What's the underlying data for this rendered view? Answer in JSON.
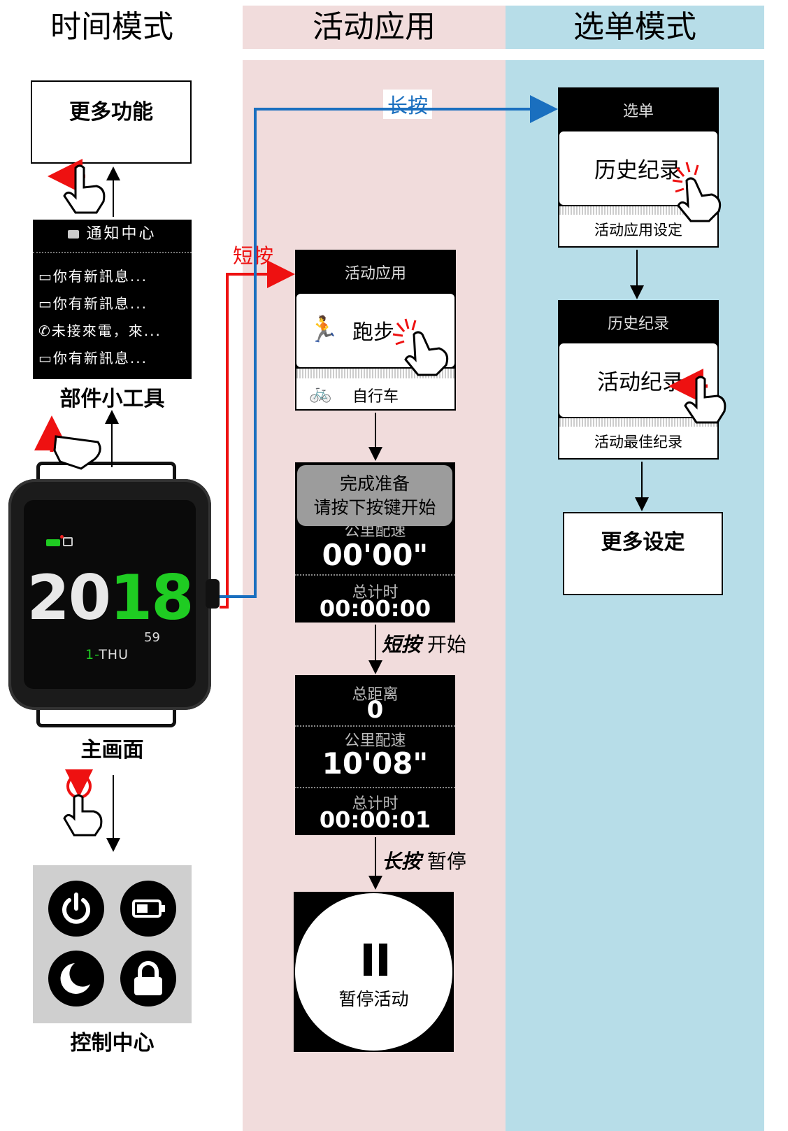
{
  "columns": {
    "time_mode": "时间模式",
    "activity_app": "活动应用",
    "menu_mode": "选单模式"
  },
  "colors": {
    "pink_band": "#f1dcdc",
    "blue_band": "#b7dde8",
    "short_press_arrow": "#ee1111",
    "long_press_arrow": "#1a6fbf",
    "clock_green": "#1fcc22"
  },
  "time_mode": {
    "more_functions": "更多功能",
    "notification_center": {
      "title": "通知中心",
      "items": [
        "你有新訊息...",
        "你有新訊息...",
        "未接來電，來...",
        "你有新訊息..."
      ]
    },
    "widgets_caption": "部件小工具",
    "watch": {
      "year_white": "20",
      "year_green": "18",
      "seconds": "59",
      "date_green": "1-",
      "date_white": "THU"
    },
    "home_caption": "主画面",
    "control_center_caption": "控制中心",
    "control_icons": [
      "power-icon",
      "battery-icon",
      "moon-icon",
      "lock-icon"
    ]
  },
  "arrows": {
    "short_press": "短按",
    "long_press": "长按"
  },
  "activity": {
    "app_screen": {
      "title": "活动应用",
      "run_label": "跑步",
      "bike_label": "自行车"
    },
    "ready_screen": {
      "popup_line1": "完成准备",
      "popup_line2": "请按下按键开始",
      "pace_label": "公里配速",
      "pace_value": "00'00\"",
      "total_label": "总计时",
      "total_value": "00:00:00"
    },
    "step1": {
      "press": "短按",
      "action": "开始"
    },
    "running_screen": {
      "distance_label": "总距离",
      "distance_value": "0",
      "pace_label": "公里配速",
      "pace_value": "10'08\"",
      "total_label": "总计时",
      "total_value": "00:00:01"
    },
    "step2": {
      "press": "长按",
      "action": "暂停"
    },
    "pause_screen": {
      "pause_icon": "pause-icon",
      "label": "暂停活动"
    }
  },
  "menu": {
    "menu_screen": {
      "title": "选单",
      "history": "历史纪录",
      "settings": "活动应用设定"
    },
    "history_screen": {
      "title": "历史纪录",
      "activity_record": "活动纪录",
      "best_record": "活动最佳纪录"
    },
    "more_settings": "更多设定"
  }
}
